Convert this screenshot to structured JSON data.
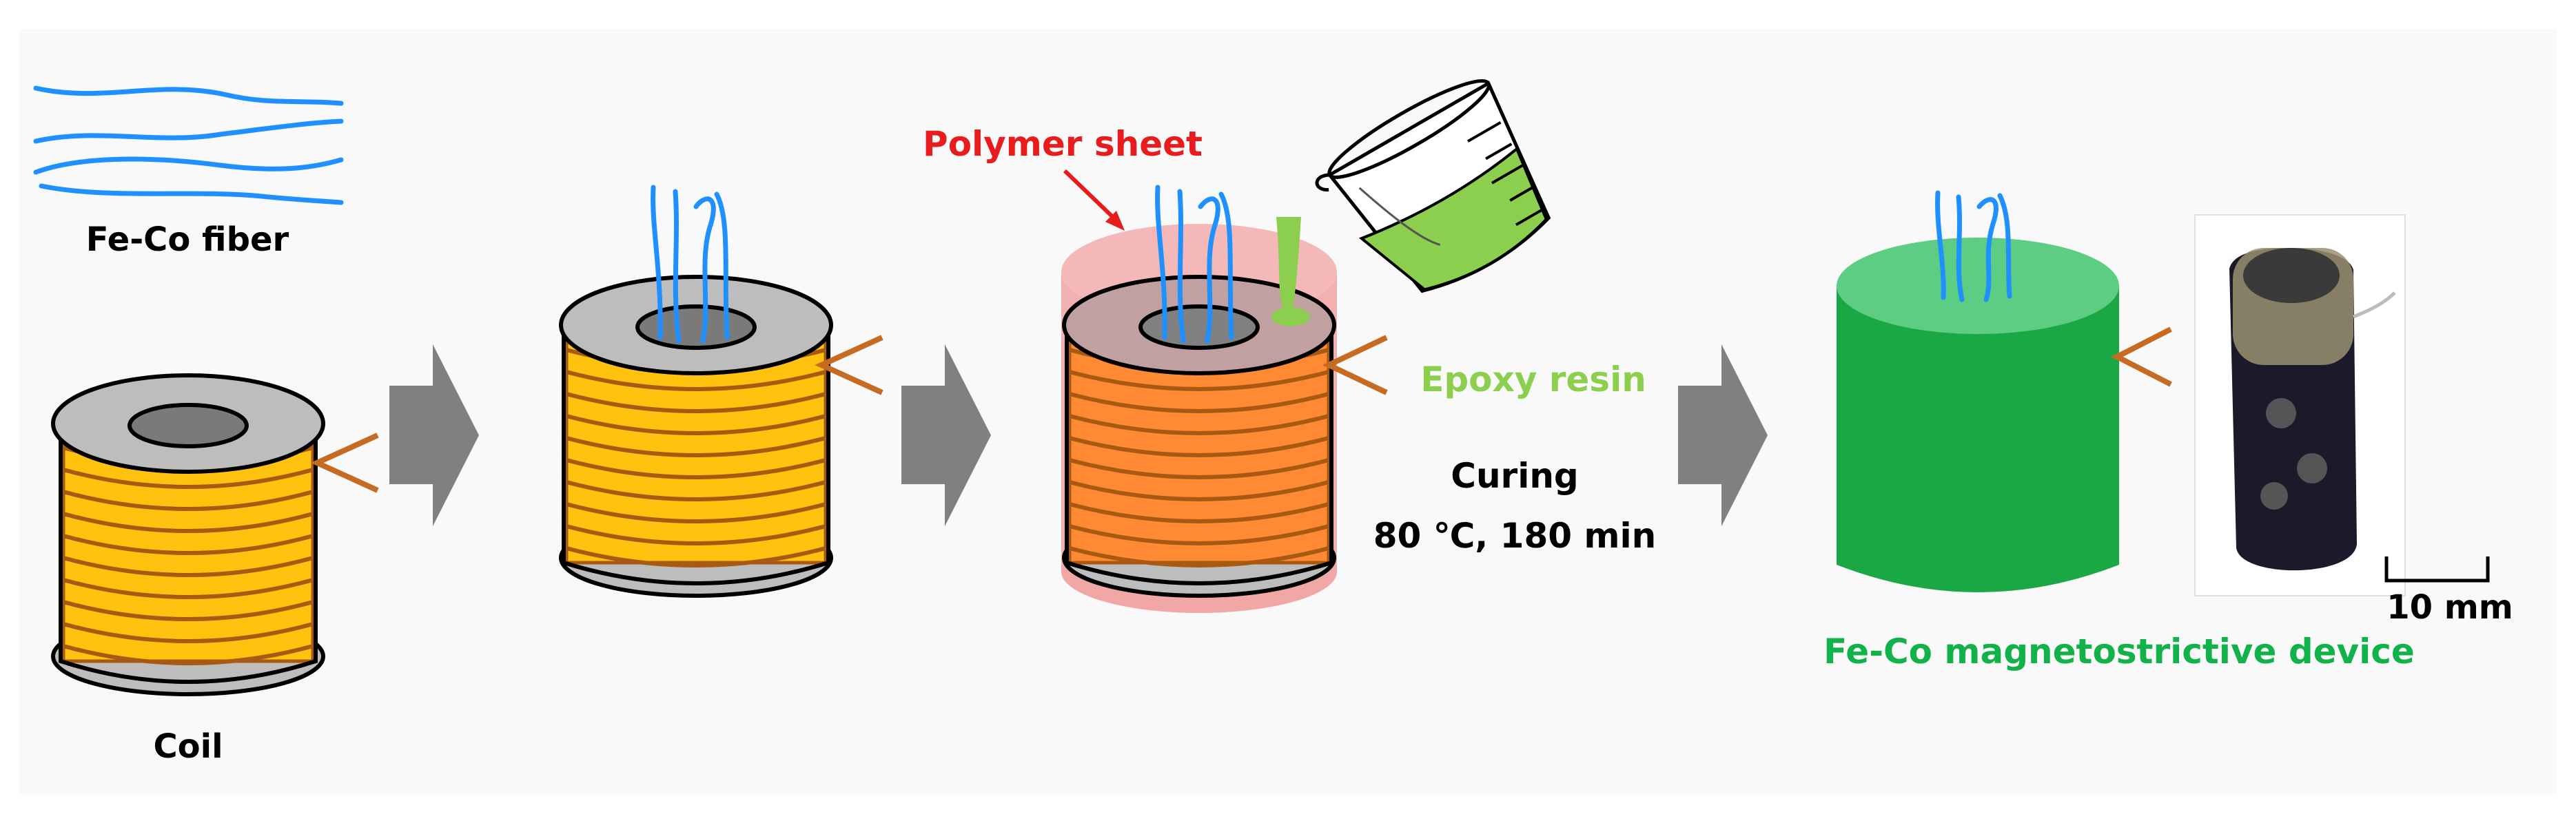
{
  "labels": {
    "fiber": "Fe-Co fiber",
    "coil": "Coil",
    "polymer_sheet": "Polymer sheet",
    "epoxy": "Epoxy resin",
    "curing_title": "Curing",
    "curing_conditions": "80 ℃, 180 min",
    "device": "Fe-Co magnetostrictive device",
    "scale": "10 mm"
  },
  "colors": {
    "background": "#f9f9f9",
    "fiber": "#1e90ff",
    "coil_wire": "#ffc20e",
    "coil_wire_heated": "#ff8a33",
    "coil_line": "#a85a12",
    "lead_wire": "#c76a22",
    "flange": "#bdbdbd",
    "hole": "#7a7a7a",
    "arrow": "#808080",
    "polymer": "#f2a7a7",
    "polymer_label": "#e81c1c",
    "epoxy": "#8ccf4f",
    "epoxy_label": "#8ccf4f",
    "device_body": "#1aa844",
    "device_top": "#5ccd82",
    "device_label": "#12b24a",
    "text": "#000000"
  }
}
